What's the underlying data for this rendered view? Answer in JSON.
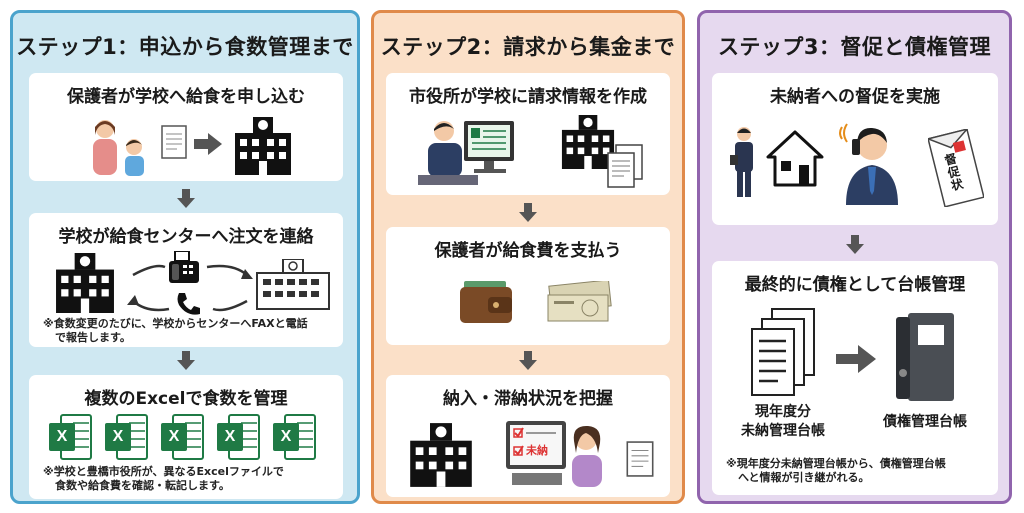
{
  "step1": {
    "title": "ステップ1：申込から食数管理まで",
    "card1_title": "保護者が学校へ給食を申し込む",
    "card2_title": "学校が給食センターへ注文を連絡",
    "card2_note_line1": "※食数変更のたびに、学校からセンターへFAXと電話",
    "card2_note_line2": "で報告します。",
    "card3_title": "複数のExcelで食数を管理",
    "card3_note_line1": "※学校と豊橋市役所が、異なるExcelファイルで",
    "card3_note_line2": "食数や給食費を確認・転記します。",
    "excel_letter": "X"
  },
  "step2": {
    "title": "ステップ2：請求から集金まで",
    "card1_title": "市役所が学校に請求情報を作成",
    "card2_title": "保護者が給食費を支払う",
    "card3_title": "納入・滞納状況を把握",
    "unpaid_mark": "未納"
  },
  "step3": {
    "title": "ステップ3：督促と債権管理",
    "card1_title": "未納者への督促を実施",
    "notice_text": "督促状",
    "card2_title": "最終的に債権として台帳管理",
    "label_left_line1": "現年度分",
    "label_left_line2": "未納管理台帳",
    "label_right": "債権管理台帳",
    "note_line1": "※現年度分未納管理台帳から、債権管理台帳",
    "note_line2": "へと情報が引き継がれる。"
  },
  "colors": {
    "step1_bg": "#cfe8f2",
    "step1_border": "#4ba3cc",
    "step2_bg": "#fbe0c8",
    "step2_border": "#e08a4a",
    "step3_bg": "#e6d9ef",
    "step3_border": "#9064ad",
    "arrow": "#555555",
    "excel_green": "#1f7a45"
  },
  "icons": [
    "parent-child-icon",
    "document-icon",
    "school-icon",
    "fax-icon",
    "phone-icon",
    "kitchen-center-icon",
    "excel-icon",
    "office-worker-icon",
    "wallet-icon",
    "cash-icon",
    "unpaid-checklist-icon",
    "visitor-icon",
    "house-icon",
    "caller-icon",
    "demand-notice-icon",
    "ledger-stack-icon",
    "binder-icon"
  ]
}
